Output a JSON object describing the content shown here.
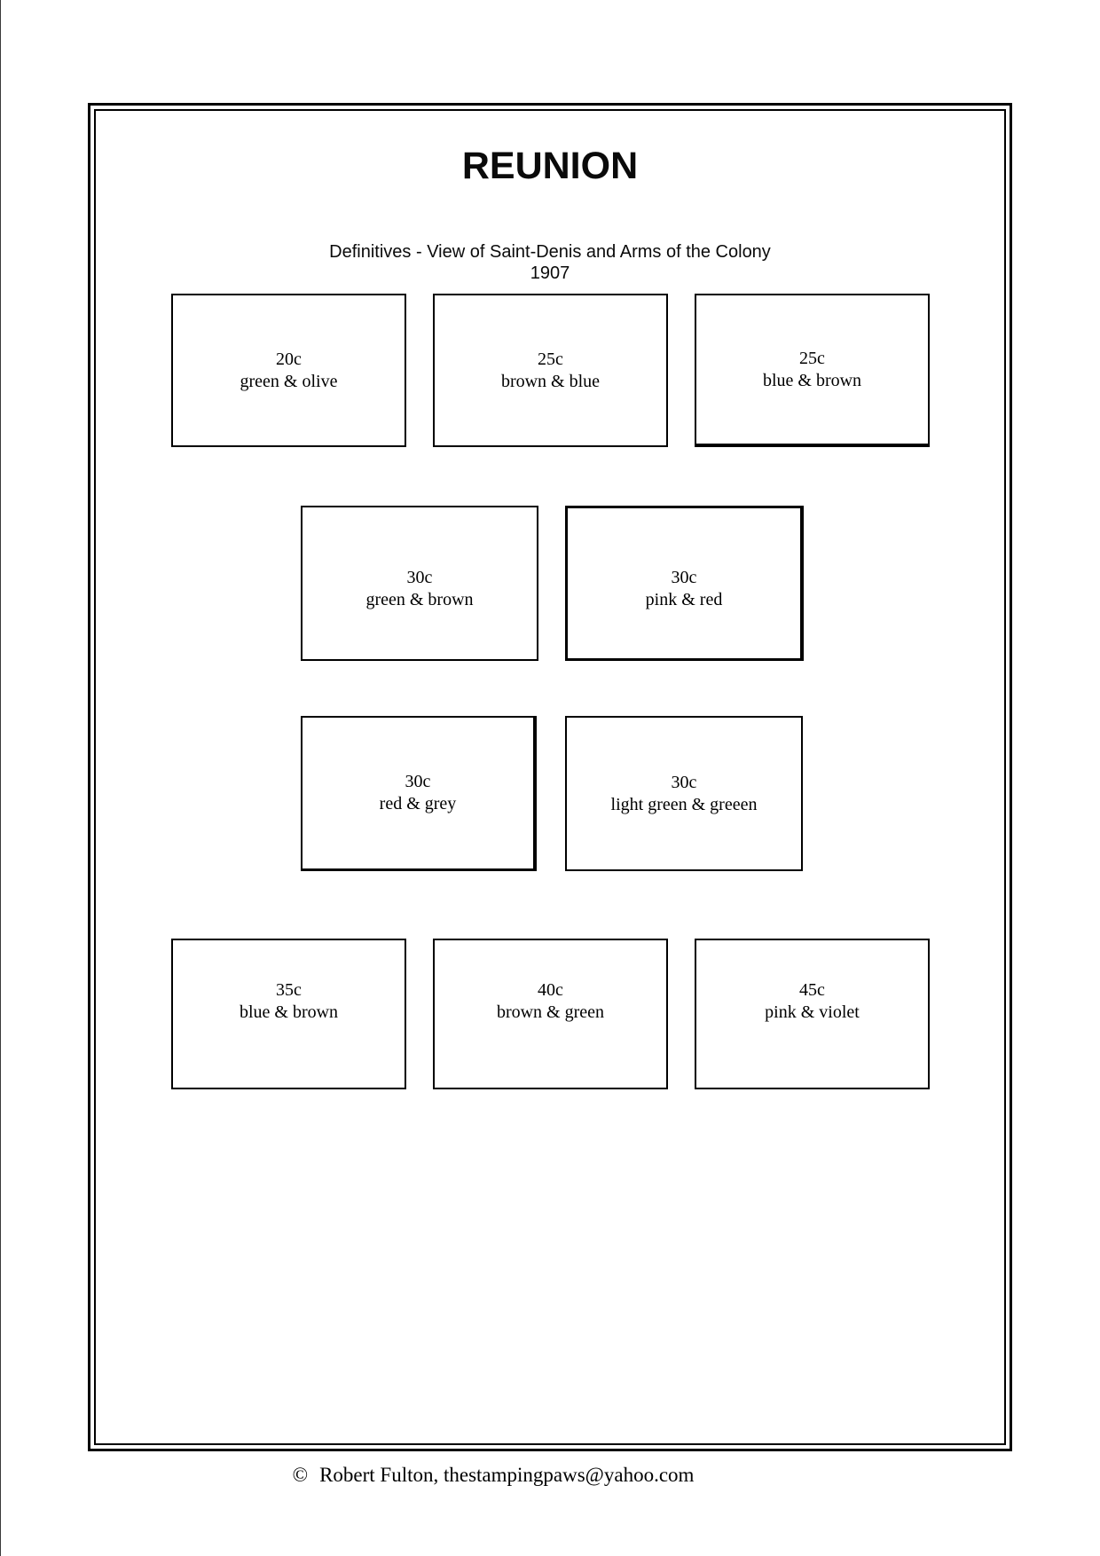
{
  "page": {
    "title": "REUNION",
    "subtitle": "Definitives - View of Saint-Denis and Arms of the Colony",
    "year": "1907",
    "copyright_symbol": "©",
    "copyright_text": "Robert Fulton, thestampingpaws@yahoo.com"
  },
  "stamps": {
    "rows": [
      {
        "items": [
          {
            "value": "20c",
            "colors": "green & olive"
          },
          {
            "value": "25c",
            "colors": "brown & blue"
          },
          {
            "value": "25c",
            "colors": "blue & brown"
          }
        ]
      },
      {
        "items": [
          {
            "value": "30c",
            "colors": "green & brown"
          },
          {
            "value": "30c",
            "colors": "pink & red"
          }
        ]
      },
      {
        "items": [
          {
            "value": "30c",
            "colors": "red & grey"
          },
          {
            "value": "30c",
            "colors": "light green & greeen"
          }
        ]
      },
      {
        "items": [
          {
            "value": "35c",
            "colors": "blue & brown"
          },
          {
            "value": "40c",
            "colors": "brown & green"
          },
          {
            "value": "45c",
            "colors": "pink & violet"
          }
        ]
      }
    ]
  }
}
